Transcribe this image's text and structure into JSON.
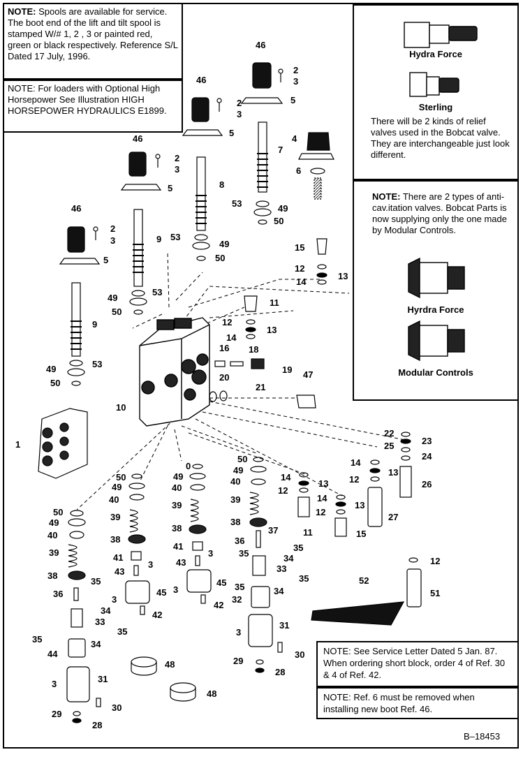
{
  "notes": {
    "spools_heading": "NOTE:",
    "spools_text": "Spools are available for service. The boot end of the lift and tilt spool is stamped W/# 1, 2 , 3 or painted red, green or black respectively. Reference S/L Dated 17 July, 1996.",
    "high_hp": "NOTE: For loaders with Optional High Horsepower See Illustration HIGH HORSEPOWER HYDRAULICS E1899.",
    "relief_text": "There will be 2 kinds of relief valves used in the Bobcat valve. They are interchangeable just look different.",
    "anticav_heading": "NOTE:",
    "anticav_text": "There are 2 types of anti-cav.itation valves. Bobcat Parts is now supplying only the one made by Modular Controls.",
    "service_letter": "NOTE: See Service Letter Dated 5 Jan. 87. When ordering short block, order 4 of Ref. 30 & 4 of Ref. 42.",
    "boot": "NOTE: Ref. 6 must be removed when installing new boot Ref. 46."
  },
  "captions": {
    "relief_1": "Hydra Force",
    "relief_2": "Sterling",
    "anticav_1": "Hyrdra Force",
    "anticav_2": "Modular Controls"
  },
  "figure_id": "B–18453",
  "callouts": {
    "c46a": "46",
    "c2a": "2",
    "c3a": "3",
    "c5a": "5",
    "c7": "7",
    "c4": "4",
    "c6": "6",
    "c46b": "46",
    "c2b": "2",
    "c3b": "3",
    "c5b": "5",
    "c8": "8",
    "c46c": "46",
    "c2c": "2",
    "c3c": "3",
    "c5c": "5",
    "c9a": "9",
    "c46d": "46",
    "c2d": "2",
    "c3d": "3",
    "c5d": "5",
    "c9b": "9",
    "c53a": "53",
    "c49a": "49",
    "c50a": "50",
    "c53b": "53",
    "c49b": "49",
    "c50b": "50",
    "c49c": "49",
    "c53c": "53",
    "c50c": "50",
    "c49d": "49",
    "c53d": "53",
    "c50d": "50",
    "c15a": "15",
    "c12a": "12",
    "c14a": "14",
    "c13a": "13",
    "c11a": "11",
    "c12b": "12",
    "c13b": "13",
    "c14b": "14",
    "c18": "18",
    "c16": "16",
    "c19": "19",
    "c20": "20",
    "c21": "21",
    "c47": "47",
    "c10": "10",
    "c1": "1",
    "c22": "22",
    "c23": "23",
    "c25": "25",
    "c24": "24",
    "c26": "26",
    "c14c": "14",
    "c13c": "13",
    "c12c": "12",
    "c27": "27",
    "c14d": "14",
    "c13d": "13",
    "c12d": "12",
    "c11b": "11",
    "c14e": "14",
    "c13e": "13",
    "c12e": "12",
    "c15b": "15",
    "c50e": "50",
    "c49e": "49",
    "c40a": "40",
    "c39a": "39",
    "c38a": "38",
    "c37": "37",
    "c36a": "36",
    "c35a": "35",
    "c34a": "34",
    "c35b": "35",
    "c33a": "33",
    "c35c": "35",
    "c34b": "34",
    "c32": "32",
    "c31a": "31",
    "c3e": "3",
    "c30a": "30",
    "c29a": "29",
    "c28a": "28",
    "c10b": "0",
    "c49f": "49",
    "c40b": "40",
    "c39b": "39",
    "c38b": "38",
    "c41a": "41",
    "c3f": "3",
    "c43a": "43",
    "c45a": "45",
    "c3g": "3",
    "c42a": "42",
    "c50f": "50",
    "c49g": "49",
    "c40c": "40",
    "c39c": "39",
    "c38c": "38",
    "c41b": "41",
    "c3h": "3",
    "c43b": "43",
    "c45b": "45",
    "c3i": "3",
    "c42b": "42",
    "c50g": "50",
    "c49h": "49",
    "c40d": "40",
    "c39d": "39",
    "c38d": "38",
    "c36b": "36",
    "c35d": "35",
    "c34c": "34",
    "c33b": "33",
    "c35e": "35",
    "c35f": "35",
    "c34d": "34",
    "c44": "44",
    "c3j": "3",
    "c31b": "31",
    "c30b": "30",
    "c29b": "29",
    "c28b": "28",
    "c48a": "48",
    "c48b": "48",
    "c52": "52",
    "c12f": "12",
    "c51": "51"
  }
}
